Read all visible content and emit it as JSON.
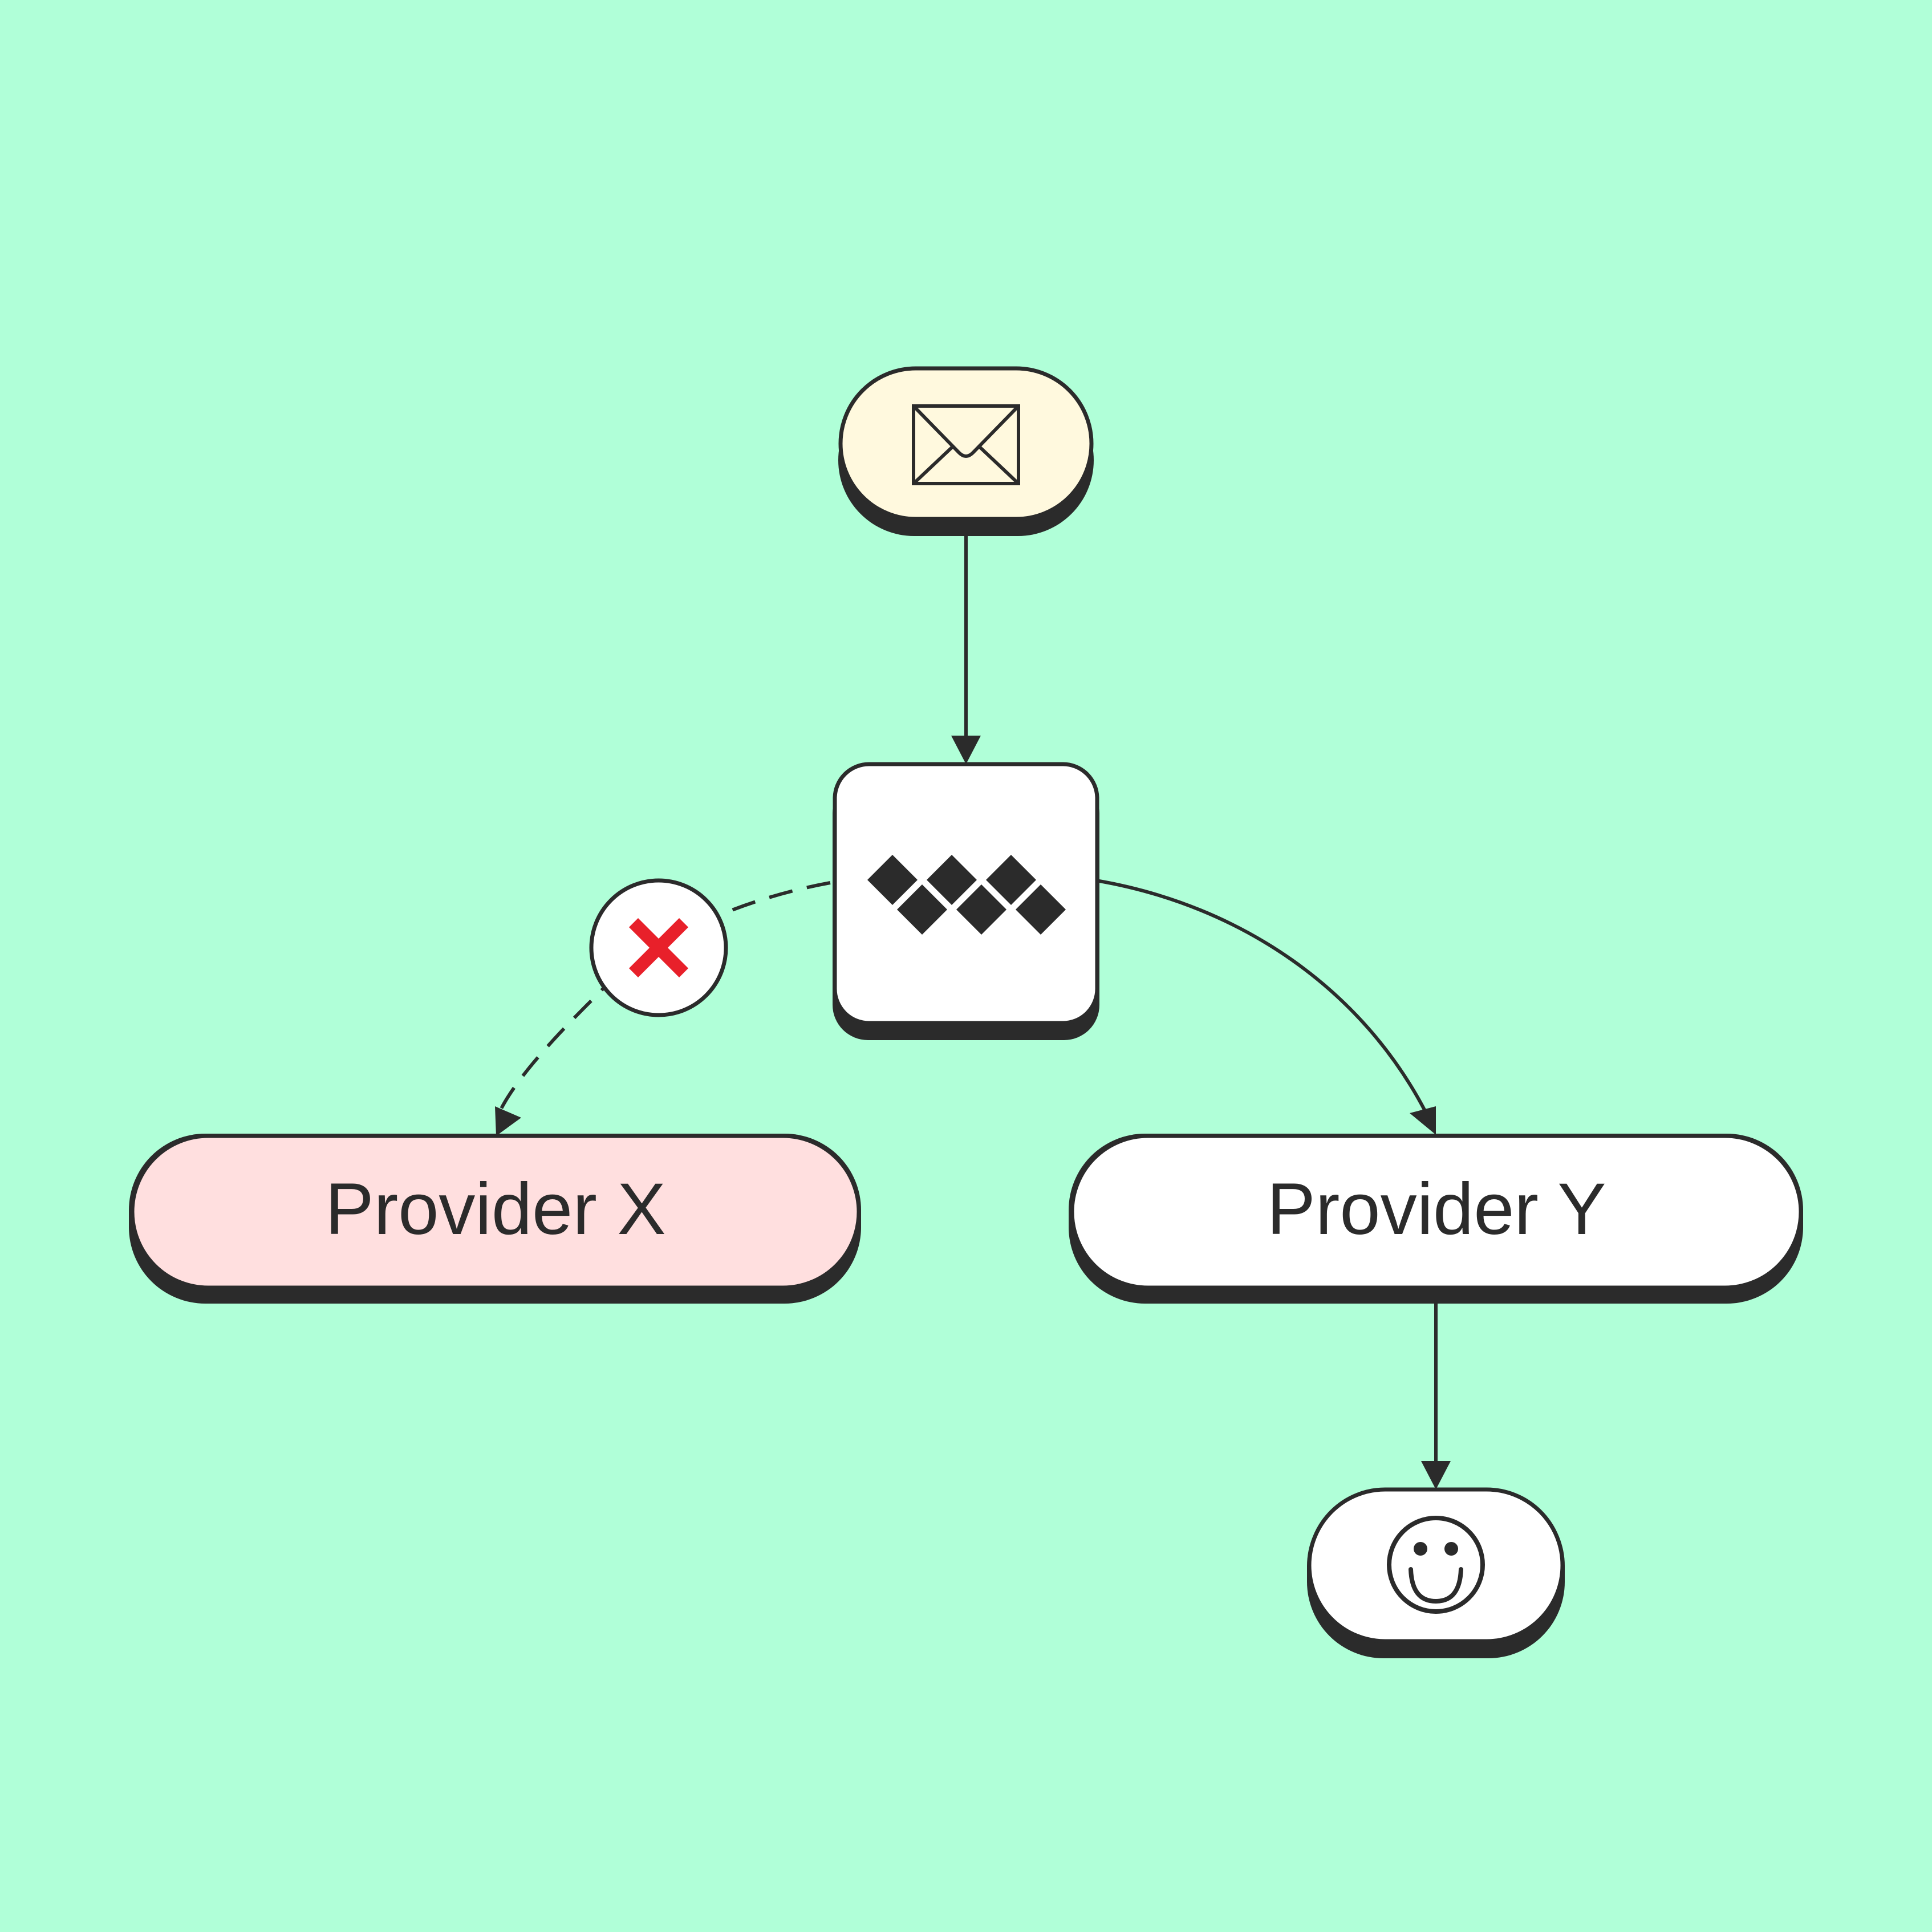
{
  "diagram": {
    "background_color": "#b0ffd8",
    "stroke_color": "#2b2b2b",
    "nodes": {
      "start": {
        "icon": "envelope-icon",
        "fill": "#fff9de"
      },
      "router": {
        "icon": "diamond-logo-icon",
        "fill": "#ffffff"
      },
      "provider_x": {
        "label": "Provider X",
        "fill": "#ffdfdf"
      },
      "provider_y": {
        "label": "Provider Y",
        "fill": "#ffffff"
      },
      "end": {
        "icon": "smiley-face-icon",
        "fill": "#ffffff"
      },
      "failure_marker": {
        "icon": "close-icon",
        "fill": "#ffffff",
        "icon_color": "#e8202a"
      }
    },
    "edges": [
      {
        "from": "start",
        "to": "router",
        "style": "solid"
      },
      {
        "from": "router",
        "to": "provider_x",
        "style": "dashed"
      },
      {
        "from": "router",
        "to": "provider_y",
        "style": "solid"
      },
      {
        "from": "provider_y",
        "to": "end",
        "style": "solid"
      }
    ]
  }
}
